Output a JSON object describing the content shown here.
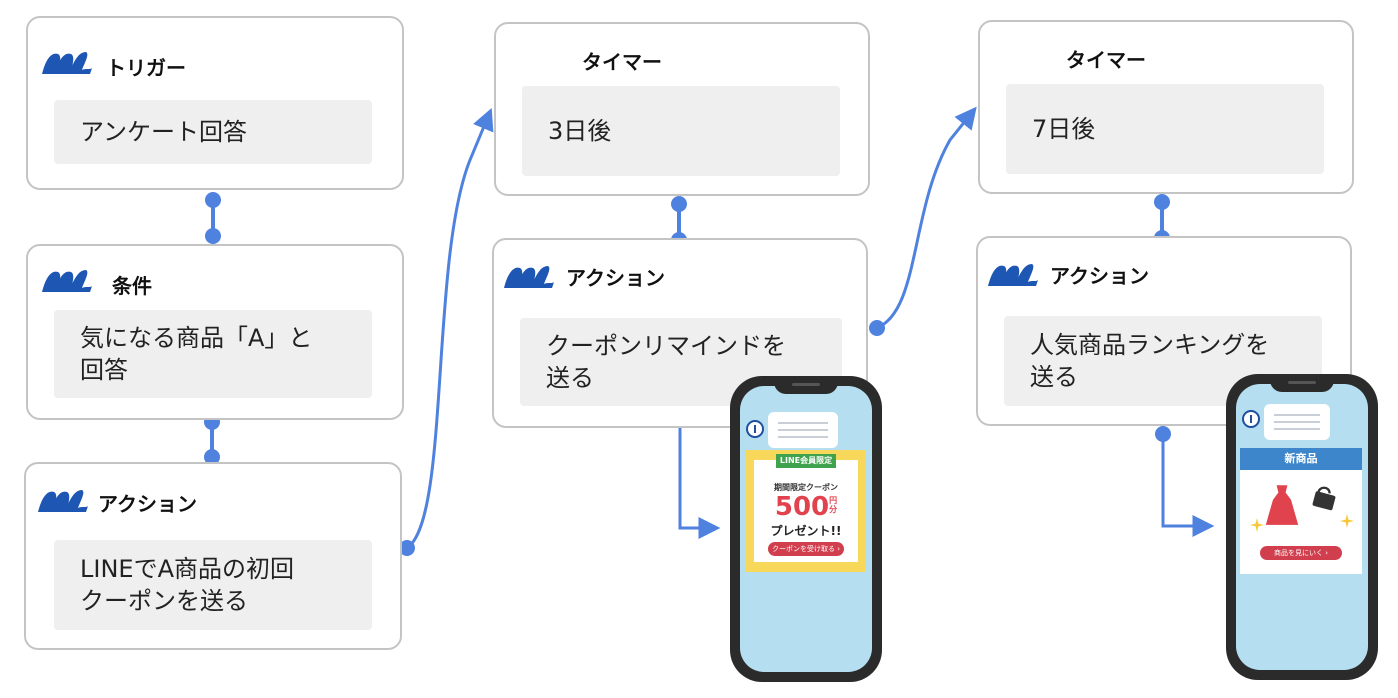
{
  "colors": {
    "accent": "#4f82df",
    "logo": "#1e56b3",
    "card_border": "#c4c4c4",
    "inner_bg": "#efefef",
    "phone_screen": "#b5dff0",
    "coupon_yellow": "#f7d85a",
    "coupon_red": "#e0434d",
    "ribbon_green": "#3fa34d",
    "product_banner": "#3d86cc"
  },
  "flow": {
    "column1": {
      "trigger": {
        "title": "トリガー",
        "text": "アンケート回答",
        "icon": "logo-icon"
      },
      "condition": {
        "title": "条件",
        "text": "気になる商品「A」と\n回答",
        "icon": "logo-icon"
      },
      "action": {
        "title": "アクション",
        "text": "LINEでA商品の初回\nクーポンを送る",
        "icon": "logo-icon"
      }
    },
    "column2": {
      "timer": {
        "title": "タイマー",
        "text": "3日後"
      },
      "action": {
        "title": "アクション",
        "text": "クーポンリマインドを\n送る",
        "icon": "logo-icon"
      }
    },
    "column3": {
      "timer": {
        "title": "タイマー",
        "text": "7日後"
      },
      "action": {
        "title": "アクション",
        "text": "人気商品ランキングを\n送る",
        "icon": "logo-icon"
      }
    }
  },
  "phone1": {
    "ribbon": "LINE会員限定",
    "subtitle": "期間限定クーポン",
    "amount": "500",
    "unit": "円\n分",
    "present": "プレゼント!!",
    "button": "クーポンを受け取る ›"
  },
  "phone2": {
    "banner": "新商品",
    "button": "商品を見にいく ›",
    "icons": [
      "dress-icon",
      "handbag-icon",
      "sparkle-icon"
    ]
  }
}
